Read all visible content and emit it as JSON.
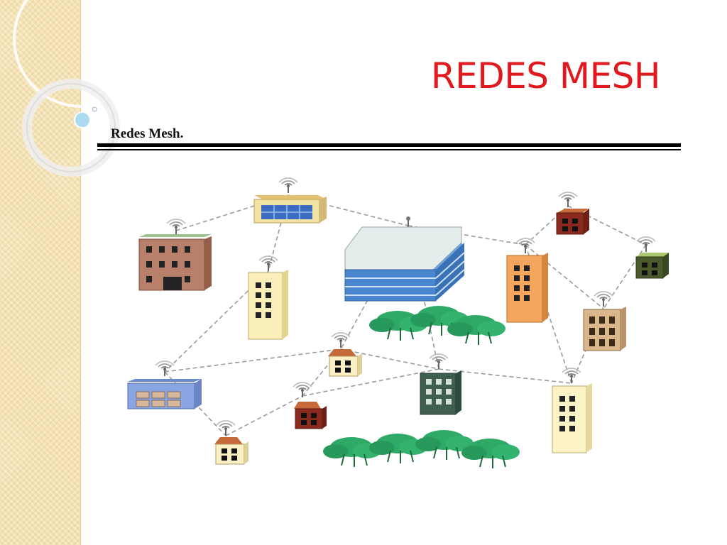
{
  "slide": {
    "title": "REDES MESH",
    "subtitle": "Redes Mesh."
  },
  "colors": {
    "title": "#e0191e",
    "sidebar": "#f5e2b4",
    "link": "#9a9a9a",
    "tree": "#2eaa66"
  },
  "diagram": {
    "nodes": [
      {
        "id": "warehouse-top",
        "icon": "warehouse-icon"
      },
      {
        "id": "apartment-brick",
        "icon": "apartment-building-icon"
      },
      {
        "id": "tower-center-left",
        "icon": "tower-building-icon"
      },
      {
        "id": "central-hub",
        "icon": "data-center-icon"
      },
      {
        "id": "tower-orange",
        "icon": "tower-building-icon"
      },
      {
        "id": "house-maroon-top",
        "icon": "house-icon"
      },
      {
        "id": "house-green-right",
        "icon": "house-icon"
      },
      {
        "id": "building-tan-right",
        "icon": "office-building-icon"
      },
      {
        "id": "house-small-center",
        "icon": "house-icon"
      },
      {
        "id": "building-dark-green",
        "icon": "office-building-icon"
      },
      {
        "id": "tower-cream-right",
        "icon": "tower-building-icon"
      },
      {
        "id": "warehouse-blue-left",
        "icon": "warehouse-icon"
      },
      {
        "id": "house-red-center",
        "icon": "house-icon"
      },
      {
        "id": "house-small-bottom",
        "icon": "house-icon"
      }
    ]
  }
}
